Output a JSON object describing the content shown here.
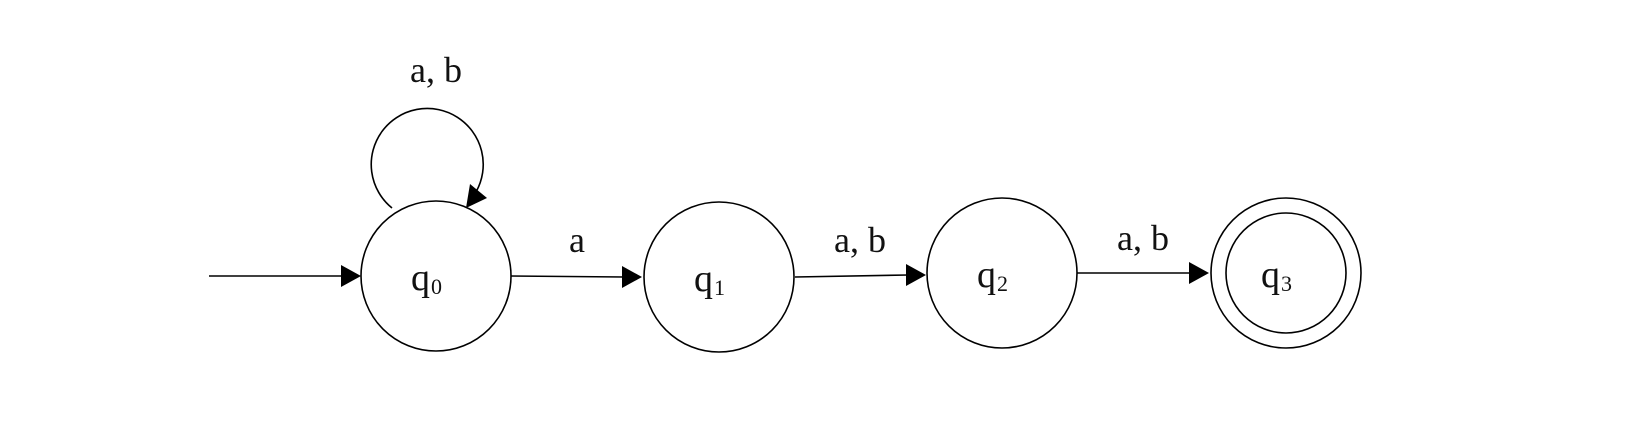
{
  "diagram": {
    "states": [
      {
        "base": "q",
        "sub": "0"
      },
      {
        "base": "q",
        "sub": "1"
      },
      {
        "base": "q",
        "sub": "2"
      },
      {
        "base": "q",
        "sub": "3"
      }
    ],
    "transitions": {
      "q0_loop": "a, b",
      "q0_q1": "a",
      "q1_q2": "a, b",
      "q2_q3": "a, b"
    },
    "start_state": "q0",
    "accept_state": "q3",
    "colors": {
      "stroke": "#000000",
      "background": "#ffffff"
    }
  }
}
